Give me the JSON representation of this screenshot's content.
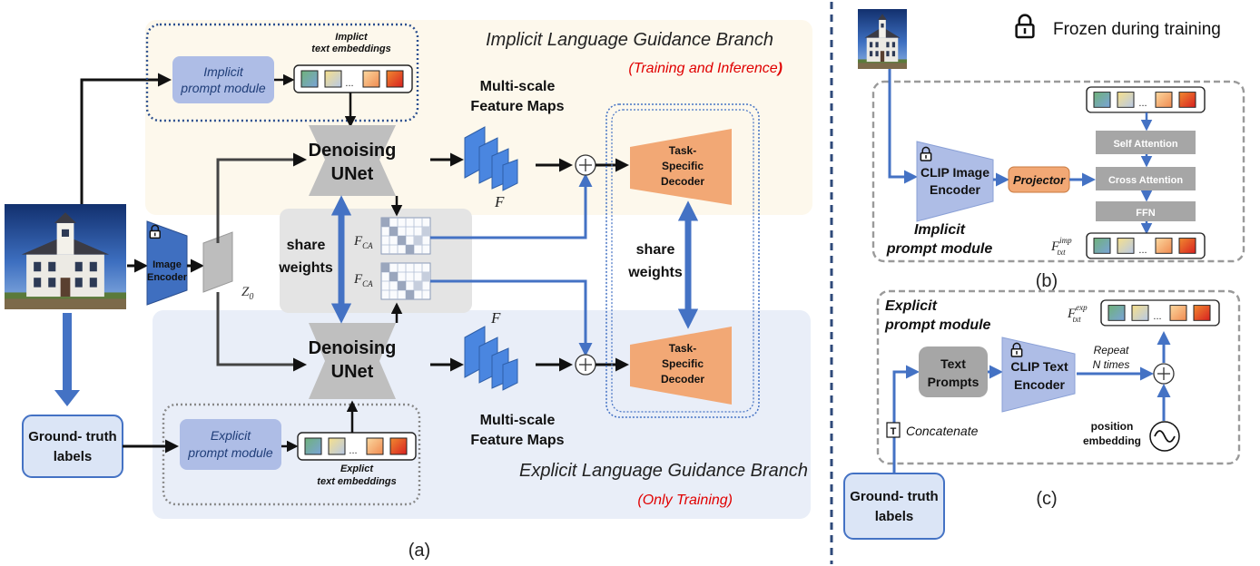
{
  "colors": {
    "arrow_blue": "#4472c4",
    "arrow_black": "#111111",
    "implicit_bg": "#fdf8ec",
    "explicit_bg": "#e9eef8",
    "prompt_box": "#aebde6",
    "decoder": "#f2a875",
    "unet": "#bfbfbf",
    "feature_map": "#4a86e0",
    "label_box_fill": "#dbe5f6",
    "label_box_stroke": "#4472c4",
    "gray_block": "#a6a6a6",
    "red_text": "#e00000",
    "divider": "#2f4a7a"
  },
  "icons": [
    "lock-icon",
    "plus-icon",
    "sine-wave-icon",
    "concatenate-icon",
    "house-photo-icon",
    "token-embedding-icon"
  ],
  "panel_a": {
    "implicit_branch_title": "Implicit Language Guidance Branch",
    "implicit_branch_subtitle": "(Training and Inference",
    "implicit_branch_subtitle_paren": ")",
    "explicit_branch_title": "Explicit Language Guidance Branch",
    "explicit_branch_subtitle": "(Only Training)",
    "implicit_prompt_module": [
      "Implicit",
      "prompt module"
    ],
    "implicit_text_embeddings": [
      "Implict",
      "text embeddings"
    ],
    "explicit_prompt_module": [
      "Explicit",
      "prompt module"
    ],
    "explicit_text_embeddings": [
      "Explict",
      "text embeddings"
    ],
    "unet_top": [
      "Denoising",
      "UNet"
    ],
    "unet_bottom": [
      "Denoising",
      "UNet"
    ],
    "feature_maps_top": [
      "Multi-scale",
      "Feature Maps"
    ],
    "feature_maps_bottom": [
      "Multi-scale",
      "Feature Maps"
    ],
    "feature_symbol": "F",
    "feature_ca_symbol": "F",
    "feature_ca_subscript": "CA",
    "decoder_top": [
      "Task-",
      "Specific",
      "Decoder"
    ],
    "decoder_bottom": [
      "Task-",
      "Specific",
      "Decoder"
    ],
    "share_weights_left": [
      "share",
      "weights"
    ],
    "share_weights_right": [
      "share",
      "weights"
    ],
    "image_encoder": [
      "Image",
      "Encoder"
    ],
    "latent_symbol": "Z",
    "latent_subscript": "0",
    "ground_truth": [
      "Ground- truth",
      "labels"
    ],
    "caption": "(a)",
    "ellipsis": "..."
  },
  "legend": {
    "frozen_label": "Frozen during training"
  },
  "panel_b": {
    "clip_image_encoder": [
      "CLIP Image",
      "Encoder"
    ],
    "projector": "Projector",
    "self_attention": "Self Attention",
    "cross_attention": "Cross Attention",
    "ffn": "FFN",
    "module_label": [
      "Implicit",
      "prompt module"
    ],
    "output_symbol": "F",
    "output_sup": "imp",
    "output_sub": "txt",
    "caption": "(b)",
    "ellipsis": "..."
  },
  "panel_c": {
    "module_label": [
      "Explicit",
      "prompt module"
    ],
    "text_prompts": [
      "Text",
      "Prompts"
    ],
    "clip_text_encoder": [
      "CLIP Text",
      "Encoder"
    ],
    "repeat": [
      "Repeat",
      "N times"
    ],
    "position_embedding": [
      "position",
      "embedding"
    ],
    "concatenate": "Concatenate",
    "concat_glyph": "T",
    "ground_truth": [
      "Ground- truth",
      "labels"
    ],
    "output_symbol": "F",
    "output_sup": "exp",
    "output_sub": "txt",
    "caption": "(c)",
    "ellipsis": "..."
  }
}
